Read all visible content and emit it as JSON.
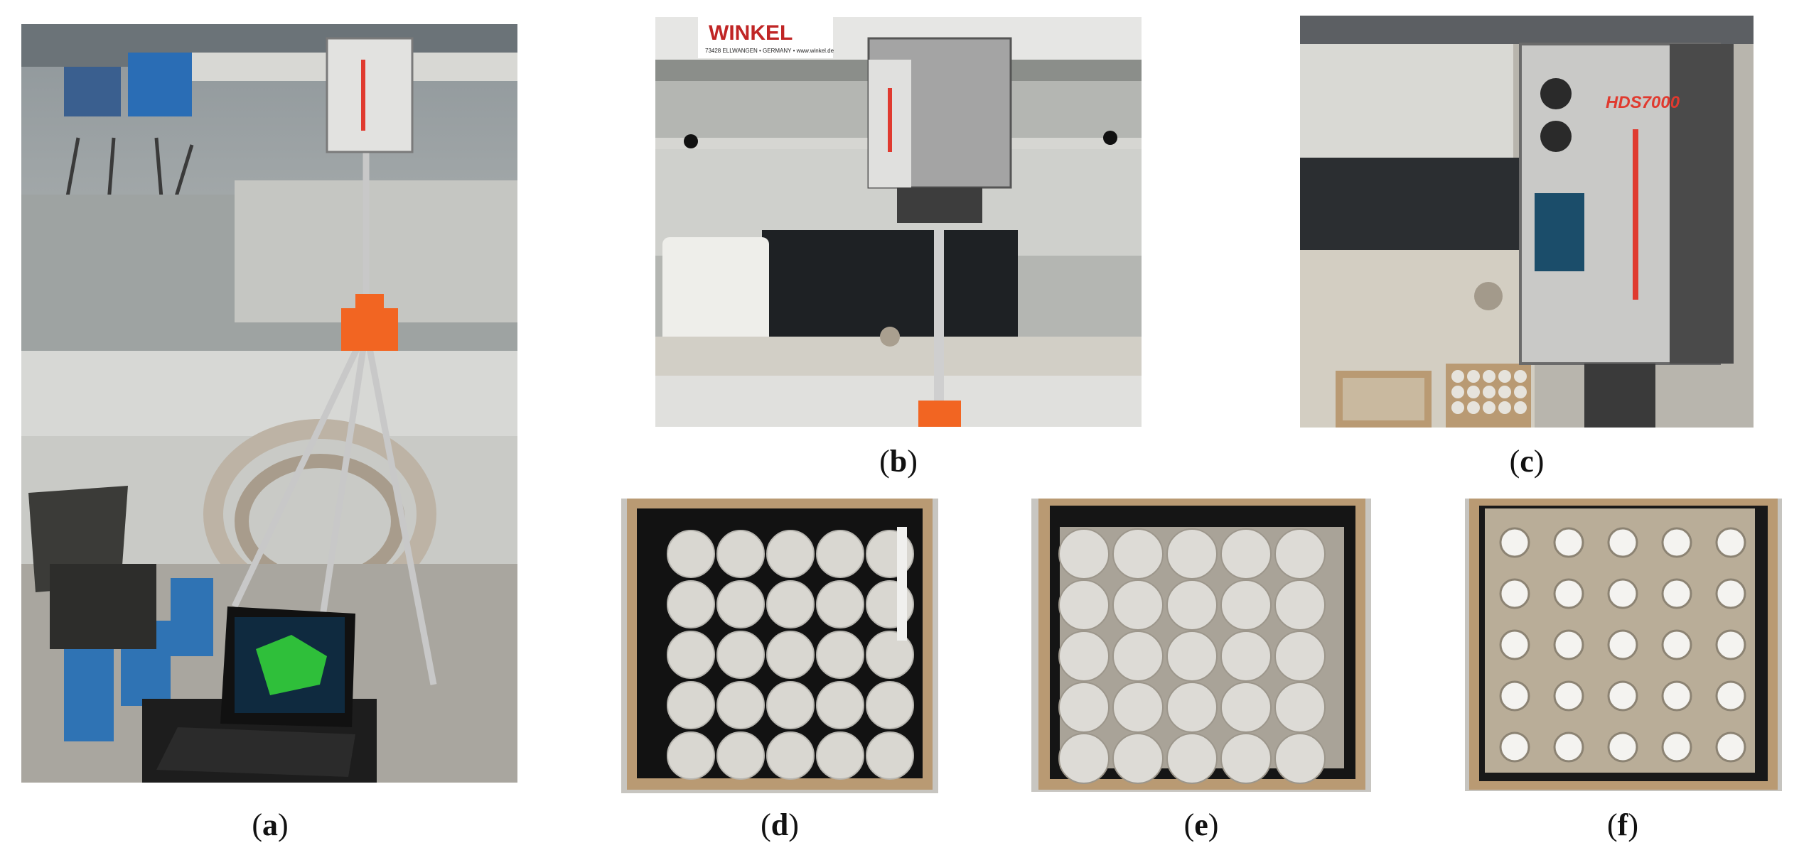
{
  "figure": {
    "captions": {
      "a": {
        "open": "(",
        "letter": "a",
        "close": ")"
      },
      "b": {
        "open": "(",
        "letter": "b",
        "close": ")"
      },
      "c": {
        "open": "(",
        "letter": "c",
        "close": ")"
      },
      "d": {
        "open": "(",
        "letter": "d",
        "close": ")"
      },
      "e": {
        "open": "(",
        "letter": "e",
        "close": ")"
      },
      "f": {
        "open": "(",
        "letter": "f",
        "close": ")"
      }
    },
    "labels": {
      "winkel_brand": "WINKEL",
      "winkel_address": "73428 ELLWANGEN • GERMANY • www.winkel.de",
      "scanner_model": "HDS7000"
    },
    "grid": {
      "rows": 5,
      "cols": 5
    },
    "colors": {
      "tripod_orange": "#f26522",
      "scanner_red": "#e03a2f",
      "scanner_grey": "#9a9a9a",
      "concrete_ball": "#d9d7d1",
      "mould_black": "#121212",
      "wood_frame": "#b99a73",
      "screen_green": "#2fbf3a"
    }
  }
}
